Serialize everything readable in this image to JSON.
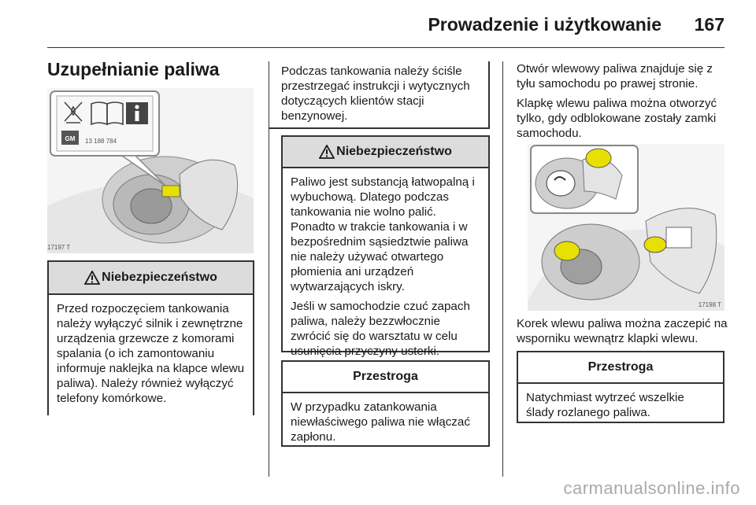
{
  "header": {
    "title": "Prowadzenie i użytkowanie",
    "page_number": "167"
  },
  "section_title": "Uzupełnianie paliwa",
  "figure_left": {
    "code": "17197 T",
    "sticker_code": "13 188 784",
    "sticker_logo": "GM"
  },
  "warning_left": {
    "heading": "Niebezpieczeństwo",
    "text": "Przed rozpoczęciem tankowania należy wyłączyć silnik i zewnętrzne urządzenia grzewcze z komorami spalania (o ich zamontowaniu informuje naklejka na klapce wlewu paliwa). Należy również wyłączyć telefony komórkowe."
  },
  "middle": {
    "intro_box_text": "Podczas tankowania należy ściśle przestrzegać instrukcji i wytycznych dotyczących klientów stacji benzynowej.",
    "warning": {
      "heading": "Niebezpieczeństwo",
      "paragraph1": "Paliwo jest substancją łatwopalną i wybuchową. Dlatego podczas tankowania nie wolno palić. Ponadto w trakcie tankowania i w bezpośrednim sąsiedztwie paliwa nie należy używać otwartego płomienia ani urządzeń wytwarzających iskry.",
      "paragraph2": "Jeśli w samochodzie czuć zapach paliwa, należy bezzwłocznie zwrócić się do warsztatu w celu usunięcia przyczyny usterki."
    },
    "caution": {
      "heading": "Przestroga",
      "text": "W przypadku zatankowania niewłaściwego paliwa nie włączać zapłonu."
    }
  },
  "right": {
    "paragraph1": "Otwór wlewowy paliwa znajduje się z tyłu samochodu po prawej stronie.",
    "paragraph2": "Klapkę wlewu paliwa można otworzyć tylko, gdy odblokowane zostały zamki samochodu.",
    "figure_code": "17198 T",
    "paragraph3": "Korek wlewu paliwa można zaczepić na wsporniku wewnątrz klapki wlewu.",
    "caution": {
      "heading": "Przestroga",
      "text": "Natychmiast wytrzeć wszelkie ślady rozlanego paliwa."
    }
  },
  "watermark": "carmanualsonline.info",
  "colors": {
    "box_header_bg": "#dcdcdc",
    "border": "#333333",
    "cap_yellow": "#e8e000",
    "watermark": "#a9a9a9"
  }
}
